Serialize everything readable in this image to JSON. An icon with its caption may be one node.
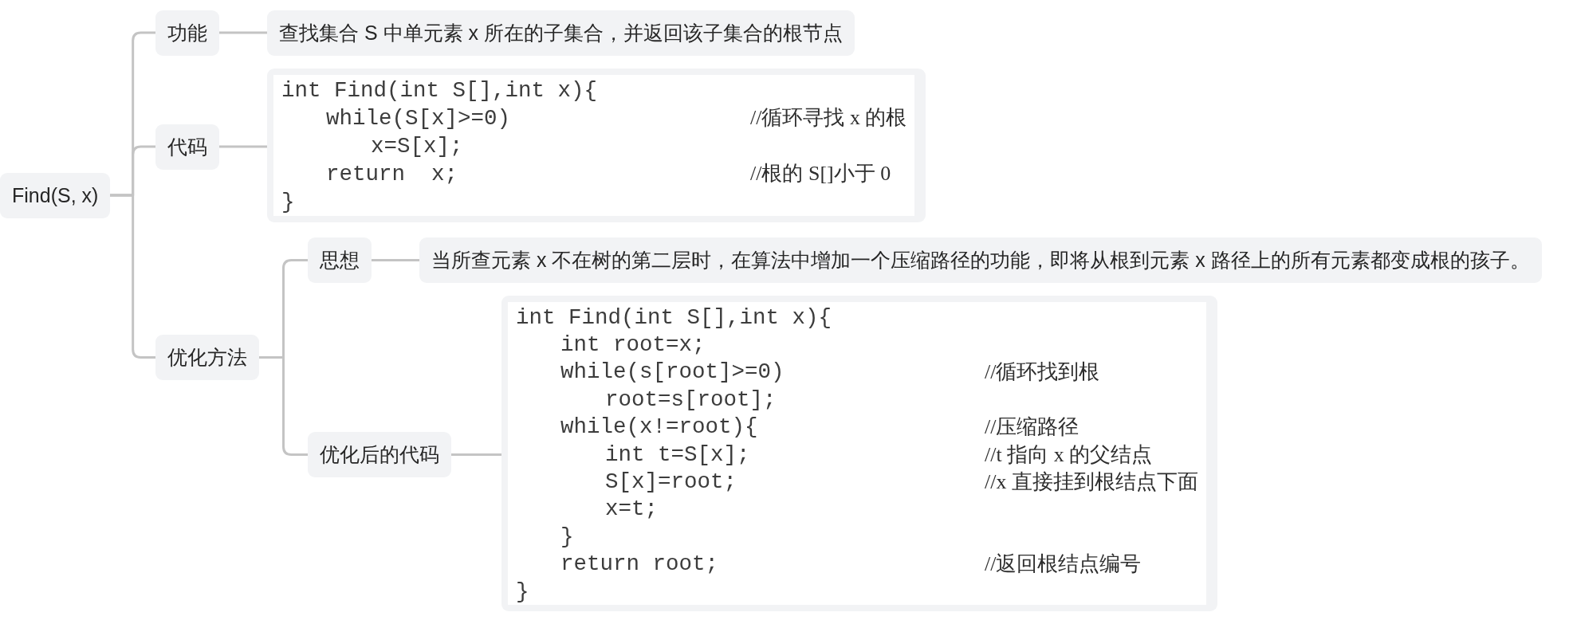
{
  "diagram": {
    "nodes": [
      {
        "text": [
          "Find(S, x)"
        ]
      },
      {
        "text": [
          "功能"
        ]
      },
      {
        "text": [
          "查找集合 S 中单元素 x 所在的子集合，并返回该子集合的根节点"
        ]
      },
      {
        "text": [
          "代码"
        ]
      },
      {
        "text": [
          "int Find(int S[],int x){",
          "while(S[x]>=0)",
          "//循环寻找 x 的根",
          "x=S[x];",
          "return  x;",
          "//根的 S[]小于 0",
          "}"
        ]
      },
      {
        "text": [
          "优化方法"
        ]
      },
      {
        "text": [
          "思想"
        ]
      },
      {
        "text": [
          "当所查元素 x 不在树的第二层时，在算法中增加一个压缩路径的功能，即将从根到元素 x 路径上的所有元素都变成根的孩子。"
        ]
      },
      {
        "text": [
          "优化后的代码"
        ]
      },
      {
        "text": [
          "int Find(int S[],int x){",
          "int root=x;",
          "while(s[root]>=0)",
          "//循环找到根",
          "root=s[root];",
          "while(x!=root){",
          "//压缩路径",
          "int t=S[x];",
          "//t 指向 x 的父结点",
          "S[x]=root;",
          "//x 直接挂到根结点下面",
          "x=t;",
          "}",
          "return root;",
          "//返回根结点编号",
          "}"
        ]
      }
    ],
    "edges": [
      {
        "from": 0,
        "to": 1,
        "arrow": "none"
      },
      {
        "from": 0,
        "to": 3,
        "arrow": "none"
      },
      {
        "from": 0,
        "to": 5,
        "arrow": "none"
      },
      {
        "from": 1,
        "to": 2,
        "arrow": "none"
      },
      {
        "from": 3,
        "to": 4,
        "arrow": "none"
      },
      {
        "from": 5,
        "to": 6,
        "arrow": "none"
      },
      {
        "from": 5,
        "to": 8,
        "arrow": "none"
      },
      {
        "from": 6,
        "to": 7,
        "arrow": "none"
      },
      {
        "from": 8,
        "to": 9,
        "arrow": "none"
      }
    ]
  }
}
